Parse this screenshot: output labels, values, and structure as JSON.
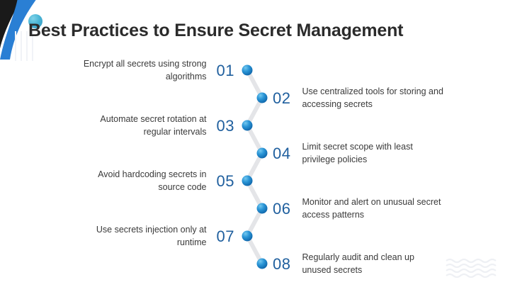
{
  "slide": {
    "title": "Best Practices to Ensure Secret Management",
    "background_color": "#ffffff",
    "title_color": "#2b2b2b",
    "number_color": "#1f5f9e",
    "text_color": "#3a3a3a",
    "dot_color": "#1a82c4",
    "connector_color": "#e3e4e6",
    "deco_black": "#1a1a1a",
    "deco_blue": "#2a7fd4",
    "deco_circle": "#4bb6d6"
  },
  "items": [
    {
      "number": "01",
      "text": "Encrypt all secrets using strong algorithms",
      "side": "left"
    },
    {
      "number": "02",
      "text": "Use centralized tools for storing and accessing secrets",
      "side": "right"
    },
    {
      "number": "03",
      "text": "Automate secret rotation at regular intervals",
      "side": "left"
    },
    {
      "number": "04",
      "text": "Limit secret scope with least privilege policies",
      "side": "right"
    },
    {
      "number": "05",
      "text": "Avoid hardcoding secrets in source code",
      "side": "left"
    },
    {
      "number": "06",
      "text": "Monitor and alert on unusual secret access patterns",
      "side": "right"
    },
    {
      "number": "07",
      "text": "Use secrets injection only at runtime",
      "side": "left"
    },
    {
      "number": "08",
      "text": "Regularly audit and clean up unused secrets",
      "side": "right"
    }
  ]
}
